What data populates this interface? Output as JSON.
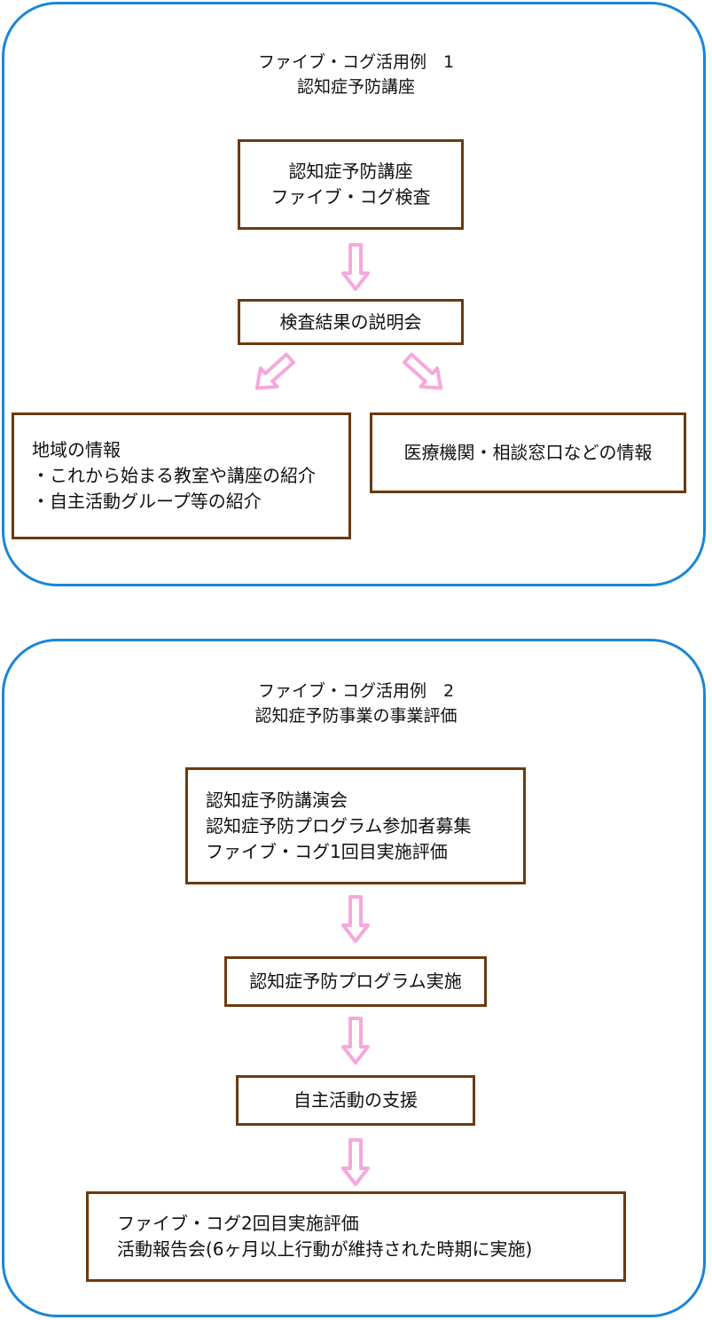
{
  "example1": {
    "title": [
      "ファイブ・コグ活用例　1",
      "認知症予防講座"
    ],
    "box_start": [
      "認知症予防講座",
      "ファイブ・コグ検査"
    ],
    "box_briefing": "検査結果の説明会",
    "box_local": [
      "地域の情報",
      "・これから始まる教室や講座の紹介",
      "・自主活動グループ等の紹介"
    ],
    "box_medical": "医療機関・相談窓口などの情報"
  },
  "example2": {
    "title": [
      "ファイブ・コグ活用例　2",
      "認知症予防事業の事業評価"
    ],
    "box_start": [
      "認知症予防講演会",
      "認知症予防プログラム参加者募集",
      "ファイブ・コグ1回目実施評価"
    ],
    "box_program": "認知症予防プログラム実施",
    "box_support": "自主活動の支援",
    "box_final": [
      "ファイブ・コグ2回目実施評価",
      "活動報告会(6ヶ月以上行動が維持された時期に実施)"
    ]
  },
  "colors": {
    "panel_border": "#1a86d8",
    "box_border": "#6b3a10",
    "arrow": "#f6a8dc"
  }
}
